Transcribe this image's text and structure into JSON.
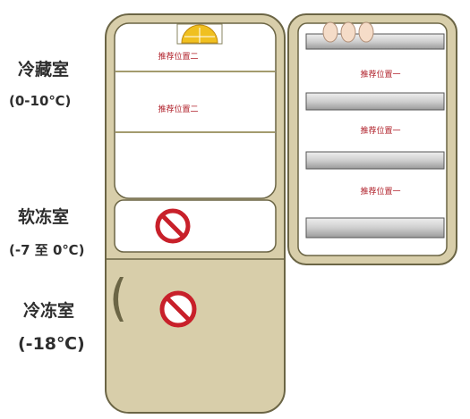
{
  "zones": {
    "fridge": {
      "name": "冷藏室",
      "temp": "(0-10℃)"
    },
    "soft_freeze": {
      "name": "软冻室",
      "temp": "(-7 至 0℃)"
    },
    "freezer": {
      "name": "冷冻室",
      "temp": "(-18℃)"
    }
  },
  "recommendations": {
    "fridge_top": "推荐位置二",
    "fridge_middle": "推荐位置二",
    "door_shelf_1": "推荐位置一",
    "door_shelf_2": "推荐位置一",
    "door_shelf_3": "推荐位置一"
  },
  "colors": {
    "cabinet_fill": "#d8ceaa",
    "cabinet_stroke": "#6b6545",
    "shelf_line": "#a39b6e",
    "prohibited_red": "#c8202a",
    "egg_fill": "#f5dcc8",
    "lemon_fill": "#f0c020",
    "label_text": "#2e2e2e",
    "recommendation_text": "#b0202a"
  },
  "icons": {
    "prohibited": "no-entry-icon",
    "eggs": "egg-icon",
    "lemon": "lemon-icon",
    "handle": "door-handle-icon"
  }
}
